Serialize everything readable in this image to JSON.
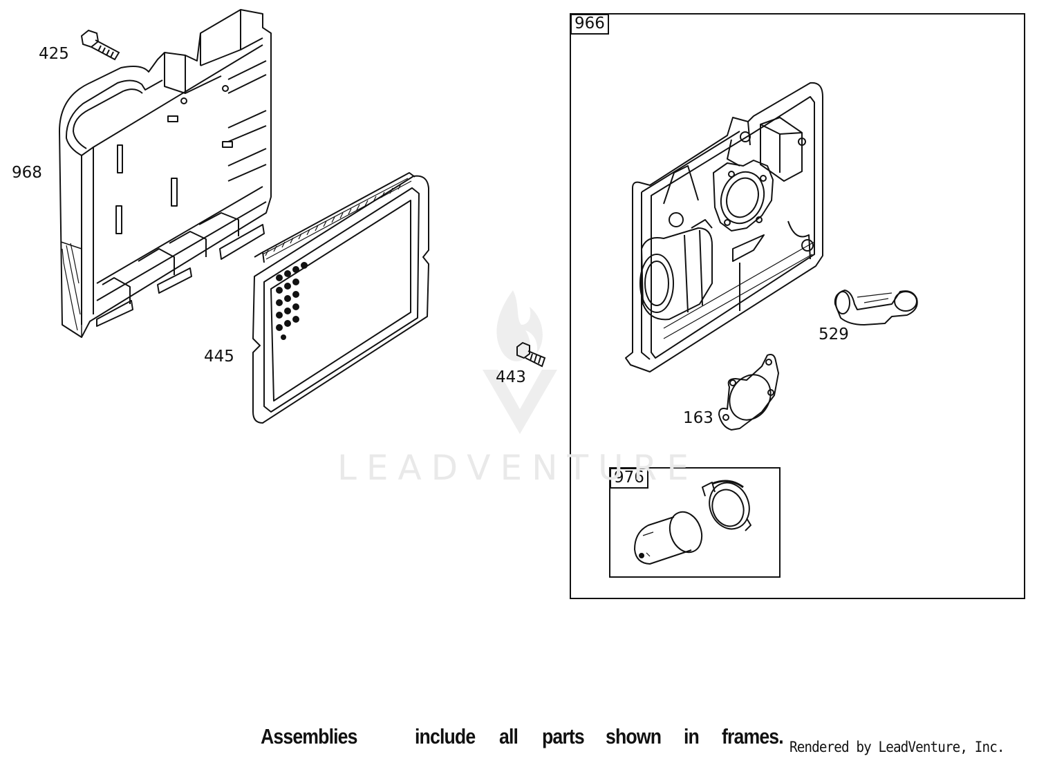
{
  "callouts": {
    "p425": "425",
    "p968": "968",
    "p445": "445",
    "p443": "443",
    "p529": "529",
    "p163": "163"
  },
  "frames": {
    "f966": "966",
    "f976": "976"
  },
  "footer": {
    "w1": "Assemblies",
    "w2": "include",
    "w3": "all",
    "w4": "parts",
    "w5": "shown",
    "w6": "in",
    "w7": "frames."
  },
  "rendered_by": "Rendered by LeadVenture, Inc.",
  "watermark": "LEADVENTURE",
  "colors": {
    "line": "#111111",
    "watermark": "#e9e9e9",
    "background": "#ffffff"
  }
}
